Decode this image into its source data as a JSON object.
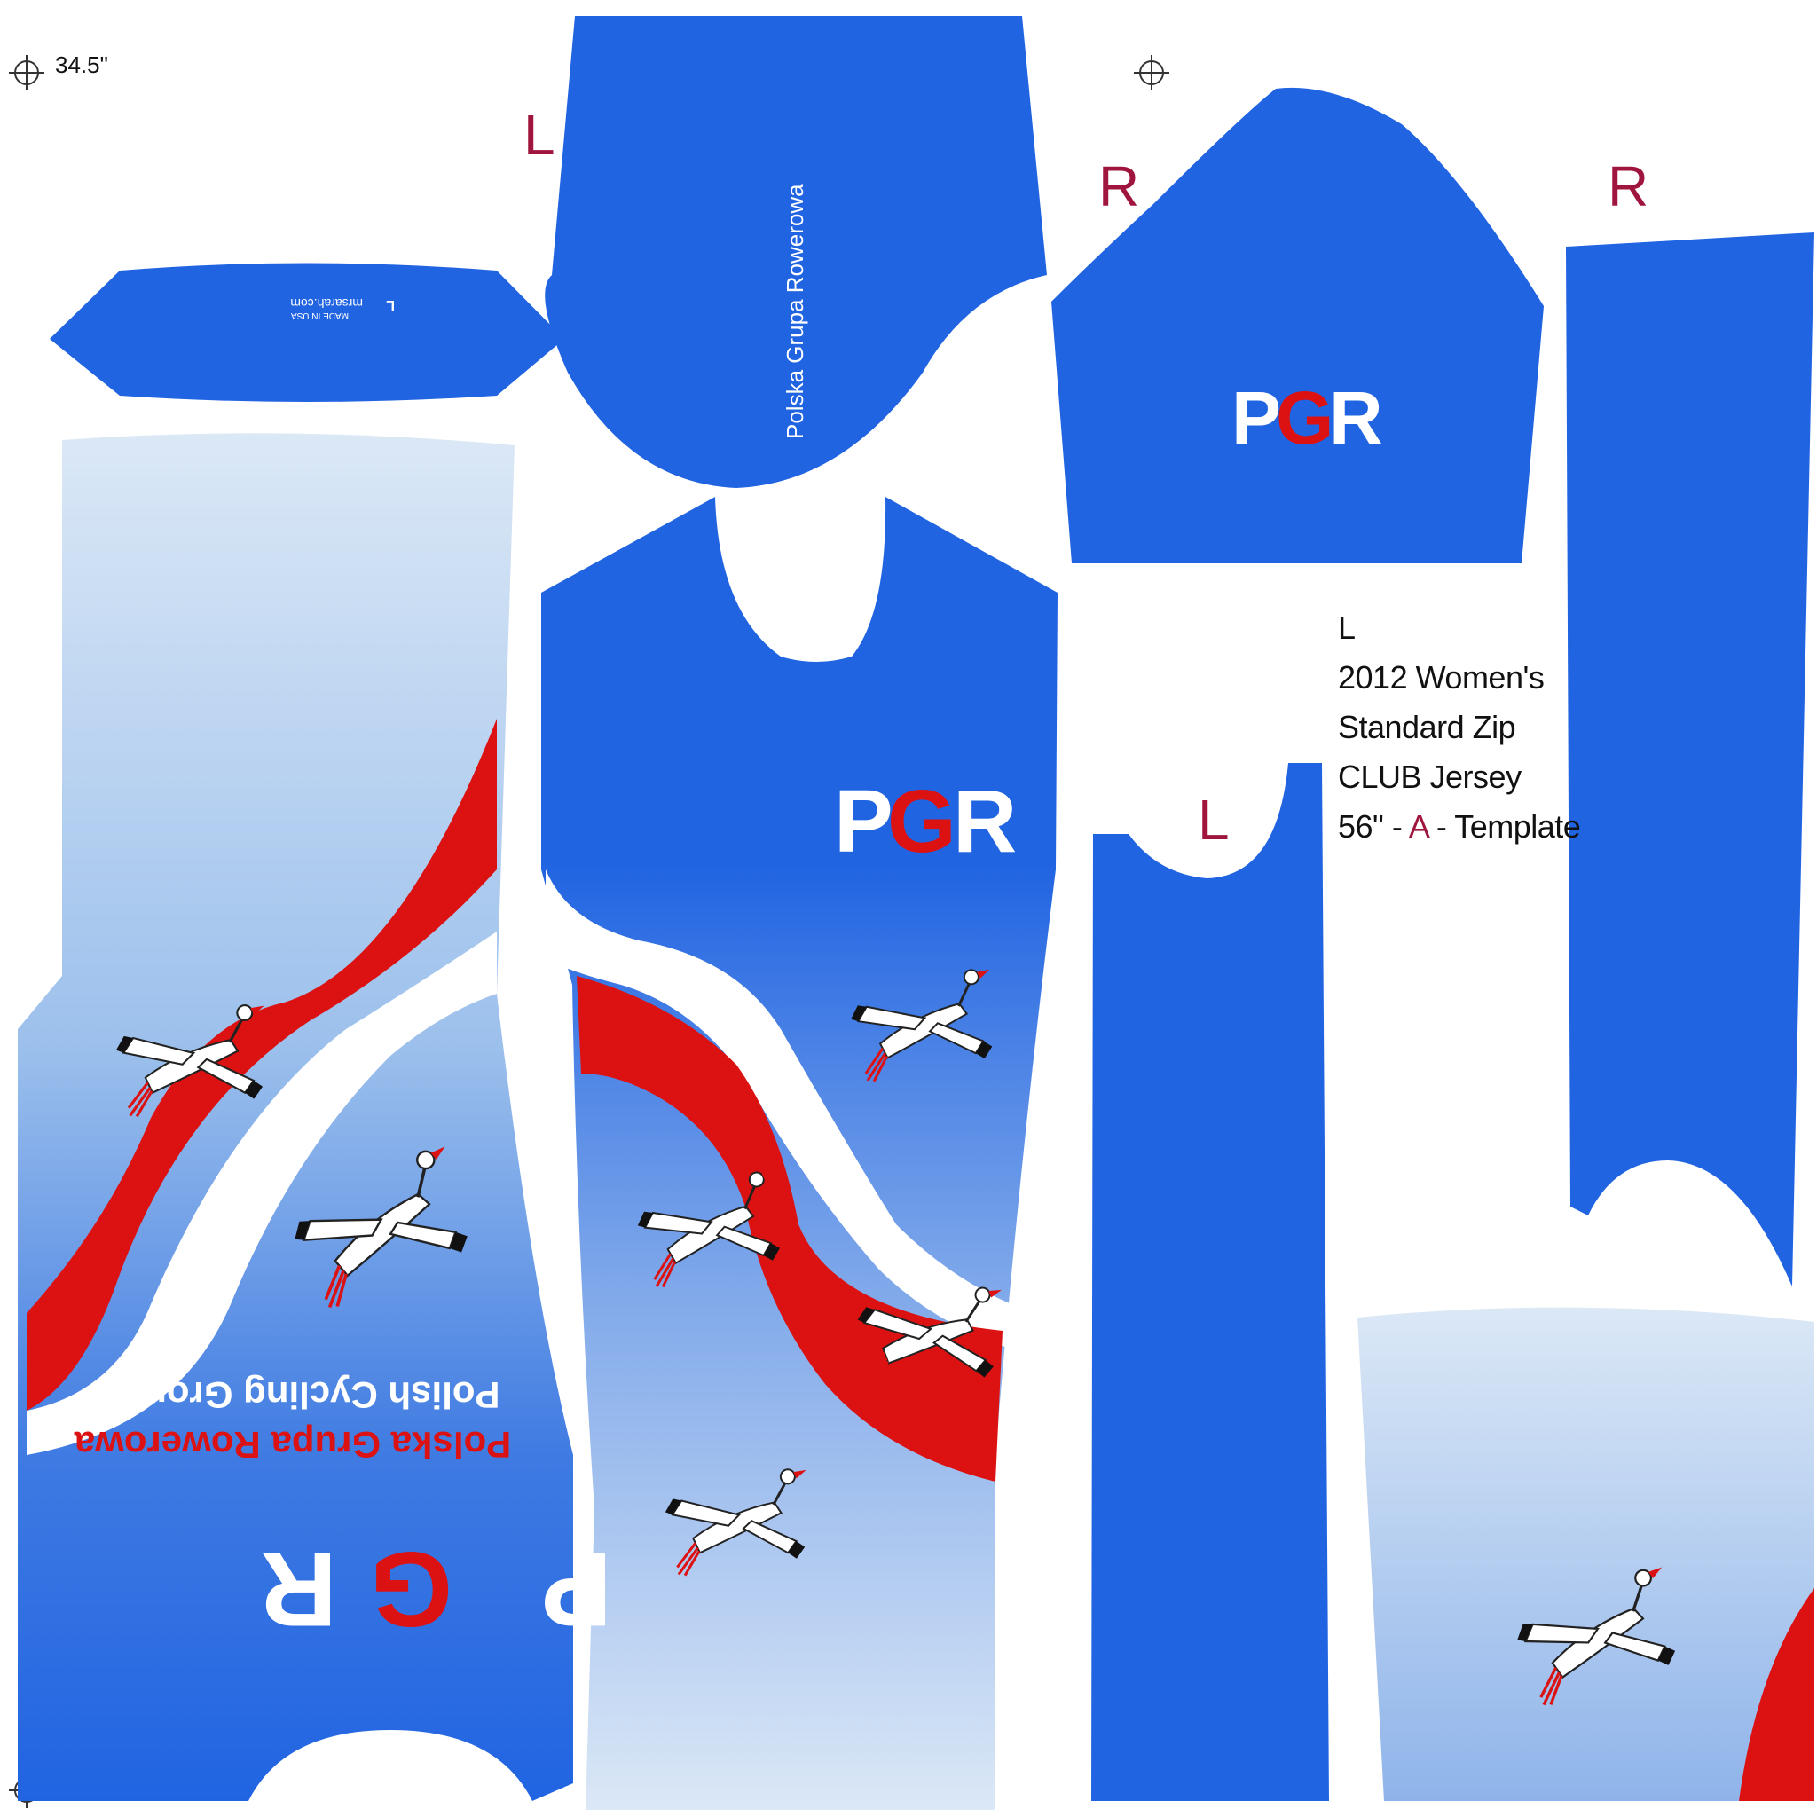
{
  "measurement": "34.5\"",
  "size_marks": {
    "neck": "L",
    "sleeve_right": "R",
    "side_right": "R",
    "side_left": "L"
  },
  "template_info": {
    "size": "L",
    "line1": "2012 Women's",
    "line2": "Standard Zip",
    "line3": "CLUB Jersey",
    "line4_prefix": "56\" - ",
    "line4_accent": "A",
    "line4_suffix": " - Template"
  },
  "texts": {
    "yoke_vertical": "Polska Grupa Rowerowa",
    "back_line1": "Polish Cycling Group",
    "back_line2": "Polska Grupa Rowerowa",
    "logo": {
      "p": "P",
      "g": "G",
      "r": "R"
    },
    "collar_label_line1": "MADE IN USA",
    "collar_label_line2": "mrsarah.com",
    "collar_label_size": "L"
  },
  "colors": {
    "royal_blue": "#2164e2",
    "pale_blue": "#dbe8f6",
    "flag_red": "#dc1212",
    "size_mark": "#a0153e"
  }
}
